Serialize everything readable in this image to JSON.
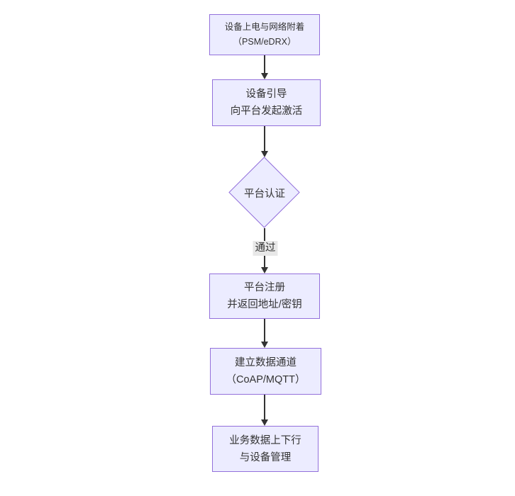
{
  "diagram": {
    "type": "flowchart",
    "direction": "top-down",
    "nodes": [
      {
        "id": "power-attach",
        "shape": "rect",
        "lines": [
          "设备上电与网络附着",
          "（PSM/eDRX）"
        ]
      },
      {
        "id": "bootstrap",
        "shape": "rect",
        "lines": [
          "设备引导",
          "向平台发起激活"
        ]
      },
      {
        "id": "auth",
        "shape": "diamond",
        "lines": [
          "平台认证"
        ]
      },
      {
        "id": "register",
        "shape": "rect",
        "lines": [
          "平台注册",
          "并返回地址/密钥"
        ]
      },
      {
        "id": "data-channel",
        "shape": "rect",
        "lines": [
          "建立数据通道",
          "（CoAP/MQTT）"
        ]
      },
      {
        "id": "business",
        "shape": "rect",
        "lines": [
          "业务数据上下行",
          "与设备管理"
        ]
      }
    ],
    "edges": [
      {
        "from": "power-attach",
        "to": "bootstrap",
        "label": ""
      },
      {
        "from": "bootstrap",
        "to": "auth",
        "label": ""
      },
      {
        "from": "auth",
        "to": "register",
        "label": "通过"
      },
      {
        "from": "register",
        "to": "data-channel",
        "label": ""
      },
      {
        "from": "data-channel",
        "to": "business",
        "label": ""
      }
    ],
    "colors": {
      "node_fill": "#ECECFF",
      "node_border": "#9370DB",
      "edge_line": "#333333",
      "edge_label_bg": "#e8e8e8",
      "text": "#333333",
      "canvas": "#ffffff"
    }
  }
}
